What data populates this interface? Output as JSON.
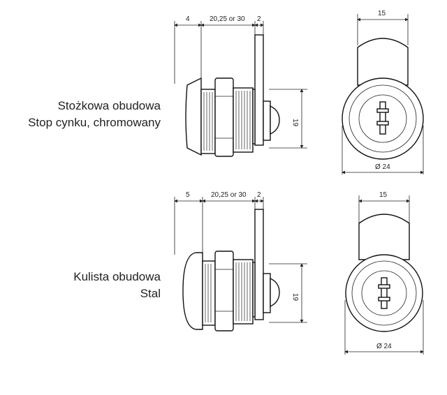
{
  "variants": [
    {
      "name": "Stożkowa obudowa",
      "material": "Stop cynku, chromowany",
      "dims": {
        "front": "4",
        "body": "20,25 or 30",
        "cam": "2",
        "height": "19",
        "width": "15",
        "diameter": "Ø 24"
      }
    },
    {
      "name": "Kulista obudowa",
      "material": "Stal",
      "dims": {
        "front": "5",
        "body": "20,25 or 30",
        "cam": "2",
        "height": "19",
        "width": "15",
        "diameter": "Ø 24"
      }
    }
  ]
}
